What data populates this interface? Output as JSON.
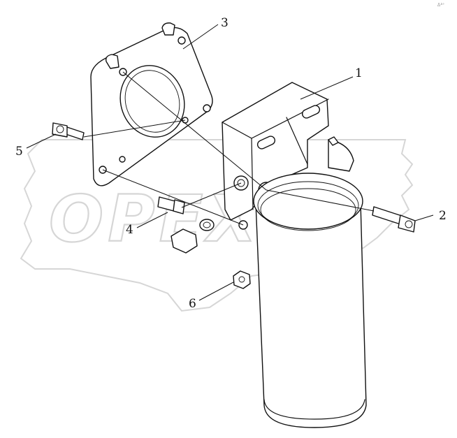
{
  "watermark": {
    "text": "OPEX"
  },
  "corner_mark": "ᐃᐞᐤ",
  "callouts": [
    {
      "label": "1"
    },
    {
      "label": "2"
    },
    {
      "label": "3"
    },
    {
      "label": "4"
    },
    {
      "label": "5"
    },
    {
      "label": "6"
    }
  ],
  "colors": {
    "line": "#111111",
    "watermark": "#d6d6d6",
    "background": "#ffffff"
  }
}
